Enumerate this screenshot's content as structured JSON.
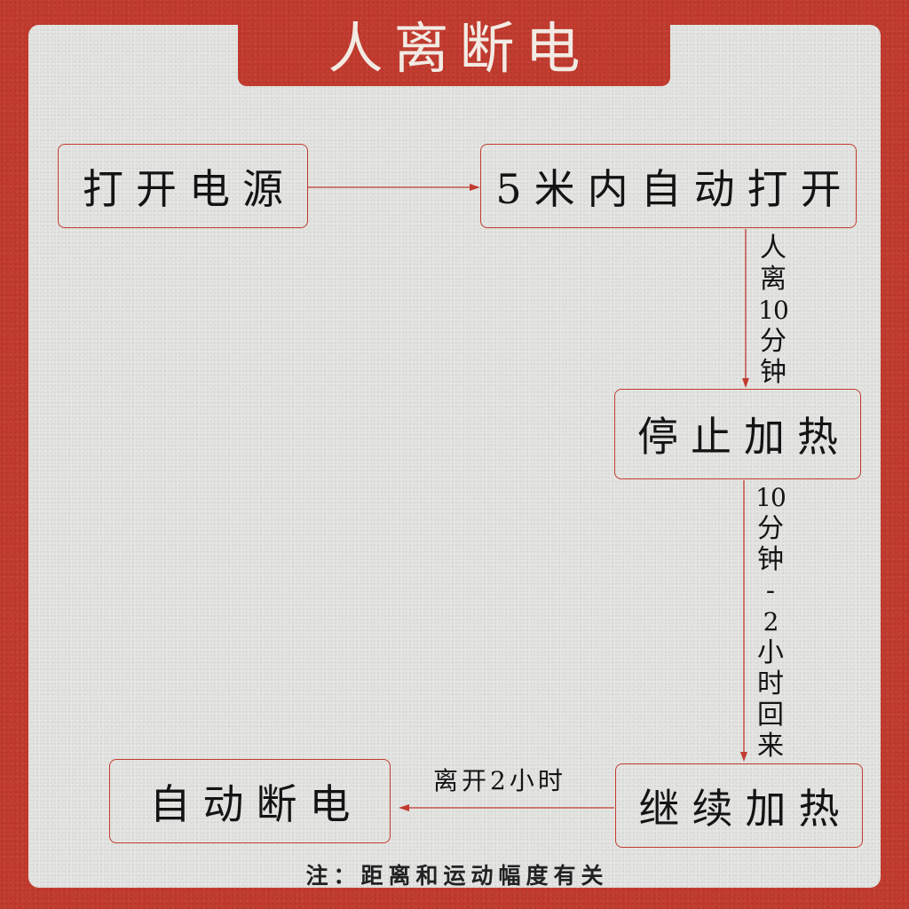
{
  "title": "人离断电",
  "nodes": [
    {
      "label": "打开电源"
    },
    {
      "label": "5米内自动打开"
    },
    {
      "label": "停止加热"
    },
    {
      "label": "继续加热"
    },
    {
      "label": "自动断电"
    }
  ],
  "edges": [
    {
      "from": 0,
      "to": 1
    },
    {
      "from": 1,
      "to": 2,
      "label": "人离10分钟"
    },
    {
      "from": 2,
      "to": 3,
      "label": "10分钟-2小时回来"
    },
    {
      "from": 3,
      "to": 4,
      "label": "离开2小时"
    }
  ],
  "note": "注：距离和运动幅度有关",
  "colors": {
    "accent": "#c23b2f",
    "panel": "#e5e6e3",
    "ink": "#141414",
    "title_ink": "#f2ebe4"
  }
}
